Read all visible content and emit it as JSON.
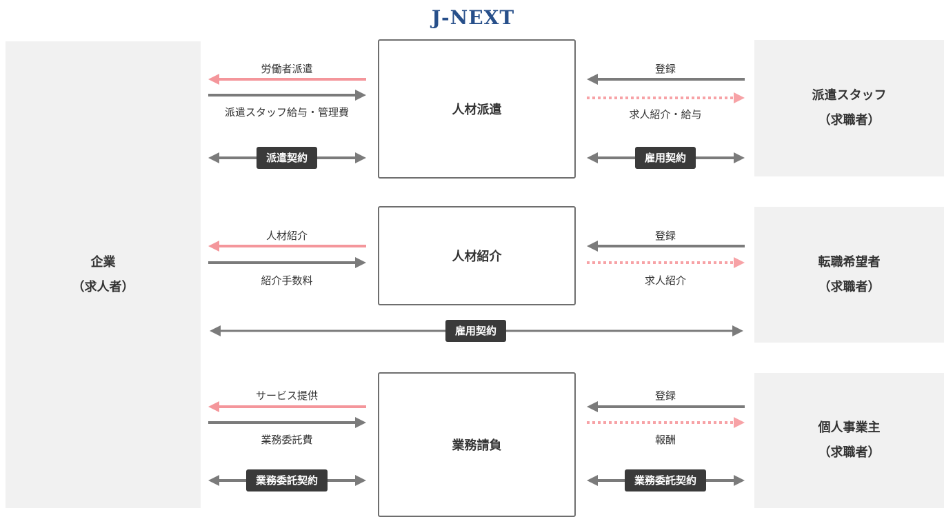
{
  "logo": "J-NEXT",
  "company": {
    "name": "企業",
    "sub": "（求人者）"
  },
  "sections": {
    "dispatch": {
      "title": "人材派遣",
      "left_top_label": "労働者派遣",
      "left_bottom_label": "派遣スタッフ給与・管理費",
      "left_contract": "派遣契約",
      "right_top_label": "登録",
      "right_bottom_label": "求人紹介・給与",
      "right_contract": "雇用契約",
      "party_name": "派遣スタッフ",
      "party_sub": "（求職者）"
    },
    "placement": {
      "title": "人材紹介",
      "left_top_label": "人材紹介",
      "left_bottom_label": "紹介手数料",
      "right_top_label": "登録",
      "right_bottom_label": "求人紹介",
      "party_name": "転職希望者",
      "party_sub": "（求職者）",
      "direct_contract": "雇用契約"
    },
    "outsourcing": {
      "title": "業務請負",
      "left_top_label": "サービス提供",
      "left_bottom_label": "業務委託費",
      "left_contract": "業務委託契約",
      "right_top_label": "登録",
      "right_bottom_label": "報酬",
      "right_contract": "業務委託契約",
      "party_name": "個人事業主",
      "party_sub": "（求職者）"
    }
  },
  "colors": {
    "pink": "#f4969b",
    "pink_dotted": "#f7a2a6",
    "gray": "#7b7b7b",
    "badge": "#3a3a3a",
    "party_bg": "#f1f1f1",
    "logo": "#274f8a"
  }
}
